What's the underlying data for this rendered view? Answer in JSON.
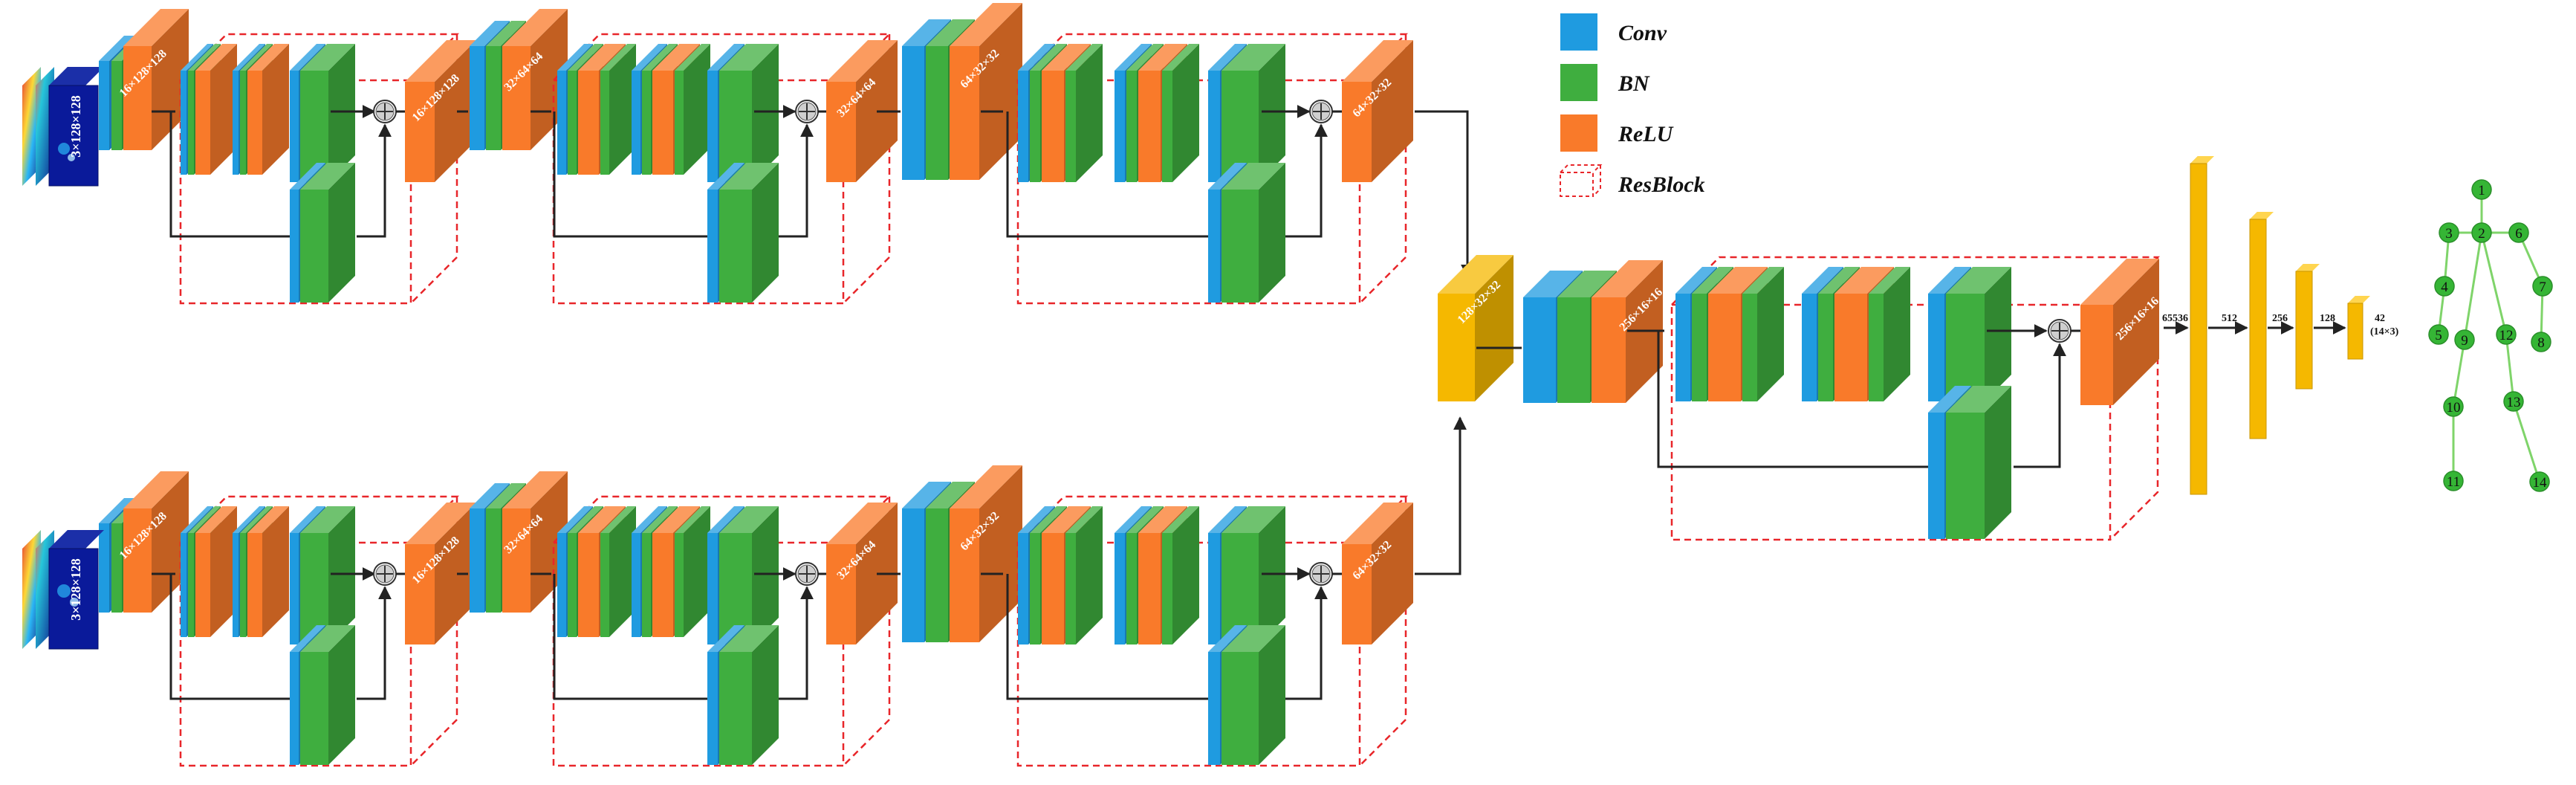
{
  "legend": {
    "conv": "Conv",
    "bn": "BN",
    "relu": "ReLU",
    "resblock": "ResBlock"
  },
  "colors": {
    "conv": "#1f9be0",
    "bn": "#3fae3f",
    "relu": "#f97a2a",
    "fusion": "#f5b800",
    "resblock_border": "#e8262a",
    "skeleton_joint": "#35b535",
    "skeleton_bone": "#7fd46a",
    "arrow": "#222222"
  },
  "branch_top": {
    "input_label": "3×128×128",
    "stage1_out": "16×128×128",
    "stage1_res_out": "16×128×128",
    "stage2_out": "32×64×64",
    "stage2_res_out": "32×64×64",
    "stage3_out": "64×32×32",
    "stage3_res_out": "64×32×32"
  },
  "branch_bottom": {
    "input_label": "3×128×128",
    "stage1_out": "16×128×128",
    "stage1_res_out": "16×128×128",
    "stage2_out": "32×64×64",
    "stage2_res_out": "32×64×64",
    "stage3_out": "64×32×32",
    "stage3_res_out": "64×32×32"
  },
  "fusion": {
    "concat_label": "128×32×32",
    "conv_out": "256×16×16",
    "res_out": "256×16×16"
  },
  "fc": {
    "flatten": "65536",
    "fc1": "512",
    "fc2": "256",
    "fc3": "128",
    "out_line1": "42",
    "out_line2": "(14×3)"
  },
  "skeleton": {
    "joints": [
      "1",
      "2",
      "3",
      "4",
      "5",
      "6",
      "7",
      "8",
      "9",
      "10",
      "11",
      "12",
      "13",
      "14"
    ]
  }
}
